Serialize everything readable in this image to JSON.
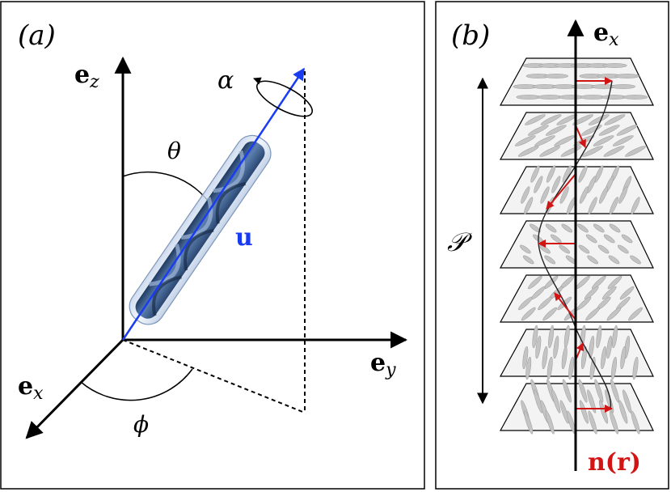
{
  "panel_a": {
    "tag": "(a)",
    "axis_z": {
      "base": "e",
      "sub": "z"
    },
    "axis_y": {
      "base": "e",
      "sub": "y"
    },
    "axis_x": {
      "base": "e",
      "sub": "x"
    },
    "theta": "θ",
    "phi": "ϕ",
    "alpha": "α",
    "vector_u": "u"
  },
  "panel_b": {
    "tag": "(b)",
    "axis_x": {
      "base": "e",
      "sub": "x"
    },
    "pitch": "𝒫",
    "director": "n(r)"
  },
  "colors": {
    "vector_u": "#1a3cf0",
    "director": "#d11414",
    "rod": "#3e5f8a",
    "layer_fill": "#f3f3f3",
    "molecule": "#c4c4c4"
  },
  "icons": [
    "rotation-arrow-icon",
    "double-arrow-icon"
  ]
}
